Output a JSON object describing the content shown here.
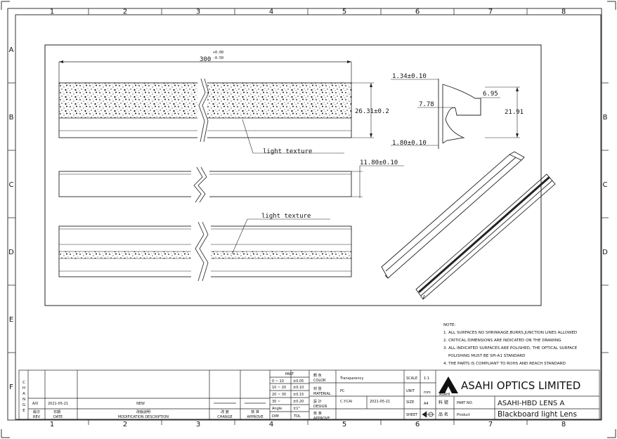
{
  "border": {
    "columns": [
      "1",
      "2",
      "3",
      "4",
      "5",
      "6",
      "7",
      "8"
    ],
    "rows": [
      "A",
      "B",
      "C",
      "D",
      "E",
      "F"
    ]
  },
  "drawing": {
    "length_dim": "300",
    "length_tol_upper": "+0.00",
    "length_tol_lower": "-0.50",
    "height_dim": "26.31±0.2",
    "texture_label_1": "light texture",
    "texture_label_2": "light texture",
    "thickness_dim": "11.80±0.10",
    "profile": {
      "top_dim": "1.34±0.10",
      "bottom_dim": "1.80±0.10",
      "inner_left_dim": "7.78",
      "inner_right_dim": "6.95",
      "overall_height_dim": "21.91"
    }
  },
  "notes": {
    "title": "NOTE:",
    "items": [
      "1. ALL SURFACES NO SHRINKAGE,BURRS,JUNCTION LINES ALLOWED",
      "2. CRITICAL DIMENSIONS ARE INDICATED ON THE DRAWING",
      "3. ALL INDICATED SURFACES ARE POLISHED, THE OPTICAL SURFACE",
      "POLISHING MUST BE SPI-A1 STANDARD",
      "4. THE PARTS IS COMPLIANT TO ROHS AND REACH STANDARD"
    ]
  },
  "title_block": {
    "change_letters": [
      "C",
      "H",
      "A",
      "N",
      "G",
      "E"
    ],
    "rev_value": "A/0",
    "date_value": "2021-05-21",
    "mod_value": "NEW",
    "rev_label_cn": "版次",
    "rev_label": "REV",
    "date_label_cn": "日期",
    "date_label": "DATE",
    "mod_label_cn": "改版說明",
    "mod_label": "MODIFICATION DESCRIPTION",
    "change_label_cn": "改 變",
    "change_label": "CHANGE",
    "approve_label_cn": "核 准",
    "approve_label": "APPROVE",
    "part_label": "PART",
    "tol_rows": [
      {
        "range": "0 ~ 10",
        "tol": "±0.05"
      },
      {
        "range": "10 ~ 20",
        "tol": "±0.10"
      },
      {
        "range": "20 ~ 30",
        "tol": "±0.15"
      },
      {
        "range": "30 ~",
        "tol": "±0.20"
      },
      {
        "range": "Angle",
        "tol": "±1°"
      }
    ],
    "dim_label": "DIM",
    "tol_label": "TOL",
    "color_cn": "顏 色",
    "color_label": "COLOR",
    "color_value": "Transparency",
    "material_cn": "材 質",
    "material_label": "MATERIAL",
    "material_value": "PC",
    "design_cn": "設 計",
    "design_label": "DESIGN",
    "design_value": "C.Y.CAI",
    "design_date": "2021-05-21",
    "approve2_cn": "核 准",
    "approve2_label": "APPROVE",
    "scale_label": "SCALE",
    "scale_value": "1:1",
    "unit_label": "UNIT",
    "unit_value": "mm",
    "size_label": "SIZE",
    "size_value": "A4",
    "sheet_label": "SHEET",
    "company": "ASAHI OPTICS LIMITED",
    "logo_text": "ASAHI",
    "part_no_cn": "料 號",
    "part_no_label": "PART NO.",
    "part_no_value": "ASAHI-HBD LENS A",
    "product_cn": "品 名",
    "product_label": "Product",
    "product_value": "Blackboard light Lens"
  }
}
